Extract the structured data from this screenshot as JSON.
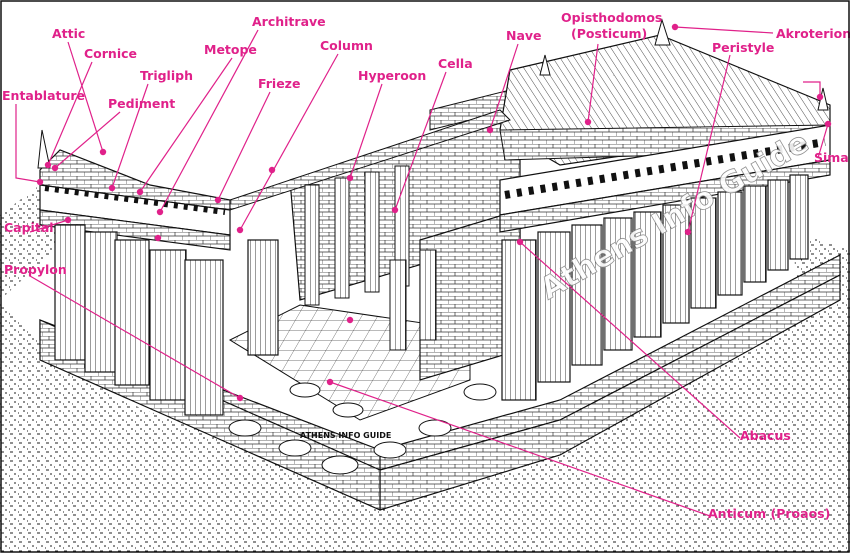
{
  "labels": {
    "attic": "Attic",
    "cornice": "Cornice",
    "entablature": "Entablature",
    "trigliph": "Trigliph",
    "pediment": "Pediment",
    "metope": "Metope",
    "architrave": "Architrave",
    "frieze": "Frieze",
    "column": "Column",
    "hyperoon": "Hyperoon",
    "cella": "Cella",
    "nave": "Nave",
    "opisthodomos_line1": "Opisthodomos",
    "opisthodomos_line2": "(Posticum)",
    "akroterion": "Akroterion",
    "peristyle": "Peristyle",
    "sima": "Sima",
    "capital": "Capital",
    "propylon": "Propylon",
    "abacus": "Abacus",
    "anticum": "Anticum (Proaos)"
  },
  "watermarks": {
    "main": "Athens Info Guide",
    "floor": "ATHENS INFO GUIDE"
  },
  "colors": {
    "label": "#e0218a",
    "ink": "#111111",
    "background": "#ffffff"
  }
}
